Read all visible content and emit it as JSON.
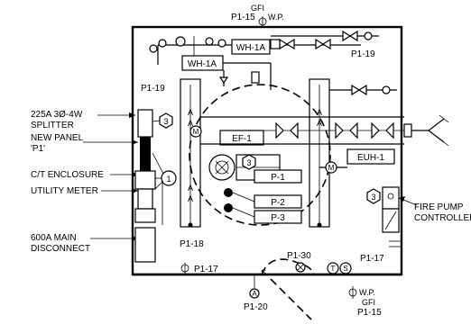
{
  "notes": {
    "splitter": [
      "225A 3Ø-4W",
      "SPLITTER"
    ],
    "new_panel": [
      "NEW PANEL",
      "'P1'"
    ],
    "ct_enclosure": "C/T ENCLOSURE",
    "utility_meter": "UTILITY METER",
    "main_disconnect": [
      "600A MAIN",
      "DISCONNECT"
    ],
    "fire_pump_controller": [
      "FIRE PUMP",
      "CONTROLLER"
    ]
  },
  "keynotes": {
    "three": "3",
    "one": "1"
  },
  "circuits": {
    "p1_15_top": "P1-15",
    "p1_15_bottom": "P1-15",
    "p1_19_left": "P1-19",
    "p1_19_right": "P1-19",
    "p1_18": "P1-18",
    "p1_17_left": "P1-17",
    "p1_17_right": "P1-17",
    "p1_30": "P1-30",
    "p1_20": "P1-20"
  },
  "receptacle_tags": {
    "gfi_top": "GFI",
    "wp_top": "W.P.",
    "wp_bottom": "W.P.",
    "gfi_bottom": "GFI"
  },
  "equipment": {
    "wh_1a_upper": "WH-1A",
    "wh_1a_lower": "WH-1A",
    "ef_1": "EF-1",
    "euh_1": "EUH-1",
    "panels": [
      "P-1",
      "P-2",
      "P-3"
    ]
  },
  "device_symbols": {
    "thermostat": "T",
    "switch": "S",
    "motor": "M",
    "a": "A",
    "cross": "X",
    "switch_leg": "S"
  },
  "duct_marks": [
    "A",
    "A",
    "A",
    "A",
    "A",
    "A"
  ]
}
